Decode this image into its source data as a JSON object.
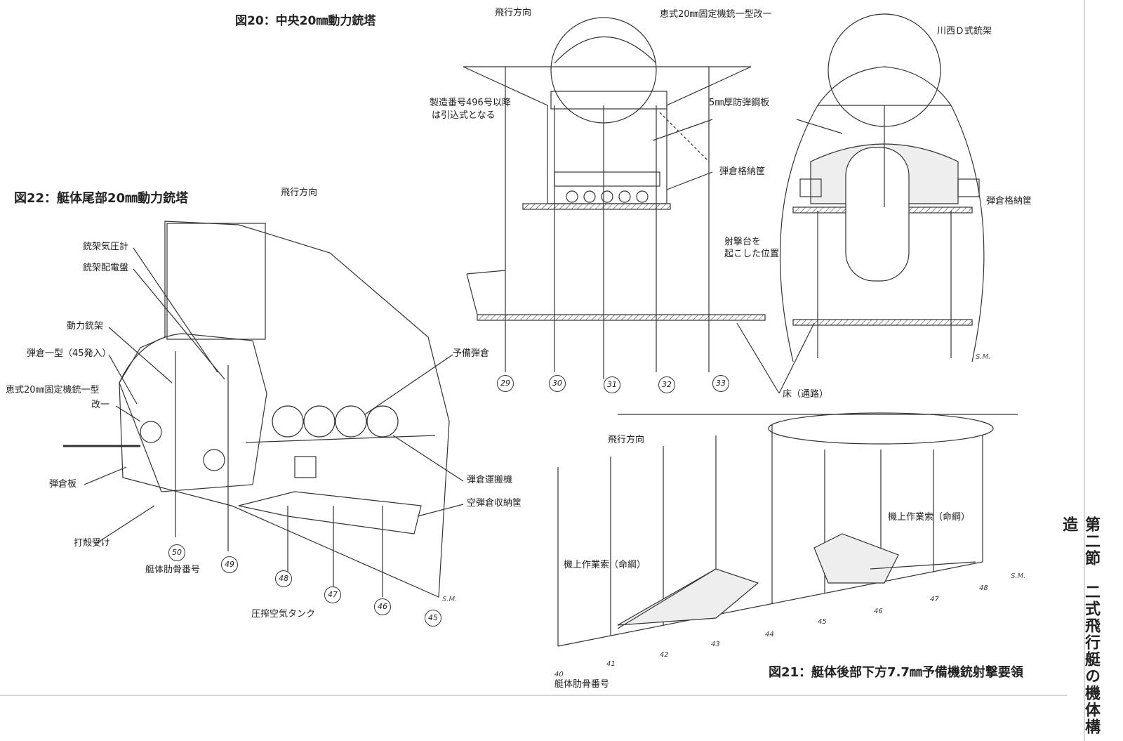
{
  "titles": {
    "fig20": "図20：中央20㎜動力銃塔",
    "fig21": "図21：艇体後部下方7.7㎜予備機銃射撃要領",
    "fig22": "図22：艇体尾部20㎜動力銃塔"
  },
  "side_title": "第二節　二式飛行艇の機体構造",
  "fig20_labels": {
    "direction": "飛行方向",
    "gun": "恵式20㎜固定機銃一型改一",
    "mount": "川西Ｄ式銃架",
    "serial_note_1": "製造番号496号以降",
    "serial_note_2": "は引込式となる",
    "armor": "5㎜厚防弾鋼板",
    "mag_rack_a": "弾倉格納筐",
    "mag_rack_b": "弾倉格納筐",
    "platform_1": "射撃台を",
    "platform_2": "起こした位置",
    "floor": "床（通路）",
    "frames": [
      "29",
      "30",
      "31",
      "32",
      "33"
    ]
  },
  "fig22_labels": {
    "direction": "飛行方向",
    "gauge": "銃架気圧計",
    "panel": "銃架配電盤",
    "power_mount": "動力銃架",
    "magazine": "弾倉一型（45発入）",
    "gun_1": "恵式20㎜固定機銃一型",
    "gun_2": "改一",
    "spare_mag": "予備弾倉",
    "mag_plate": "弾倉板",
    "conveyor": "弾倉運搬機",
    "empty_rack": "空弾倉収納筐",
    "shell_catcher": "打殻受け",
    "frame_no": "艇体肋骨番号",
    "air_tank": "圧搾空気タンク",
    "frames": [
      "50",
      "49",
      "48",
      "47",
      "46",
      "45"
    ]
  },
  "fig21_labels": {
    "direction": "飛行方向",
    "line_a": "機上作業索（命綱）",
    "line_b": "機上作業索（命綱）",
    "frame_no": "艇体肋骨番号",
    "frames": [
      "40",
      "41",
      "42",
      "43",
      "44",
      "45",
      "46",
      "47",
      "48"
    ]
  },
  "signature": "S.M."
}
